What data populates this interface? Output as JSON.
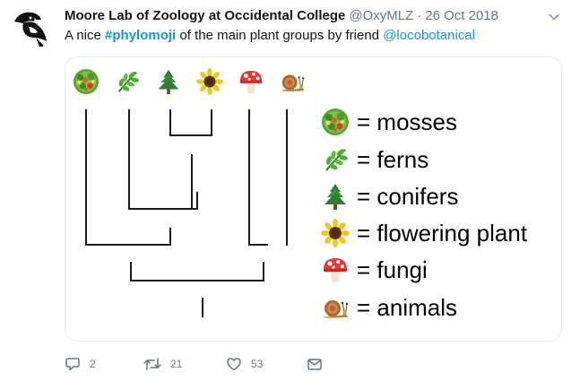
{
  "author": {
    "display_name": "Moore Lab of Zoology at Occidental College",
    "handle": "@OxyMLZ",
    "separator": "·",
    "date": "26 Oct 2018"
  },
  "tweet": {
    "text_prefix": "A nice ",
    "hashtag": "#phylomoji",
    "text_middle": " of the main plant groups by friend ",
    "mention": "@locobotanical"
  },
  "media": {
    "emoji_columns": [
      "salad-icon",
      "herb-icon",
      "evergreen-tree-icon",
      "sunflower-icon",
      "mushroom-icon",
      "snail-icon"
    ],
    "legend": [
      {
        "icon": "salad-icon",
        "text": "= mosses"
      },
      {
        "icon": "herb-icon",
        "text": "= ferns"
      },
      {
        "icon": "evergreen-tree-icon",
        "text": "= conifers"
      },
      {
        "icon": "sunflower-icon",
        "text": "= flowering plant"
      },
      {
        "icon": "mushroom-icon",
        "text": "= fungi"
      },
      {
        "icon": "snail-icon",
        "text": "= animals"
      }
    ]
  },
  "actions": {
    "reply_count": "2",
    "retweet_count": "21",
    "like_count": "53"
  },
  "colors": {
    "link": "#1b95e0",
    "secondary_text": "#657786",
    "border": "#e6ecf0"
  }
}
